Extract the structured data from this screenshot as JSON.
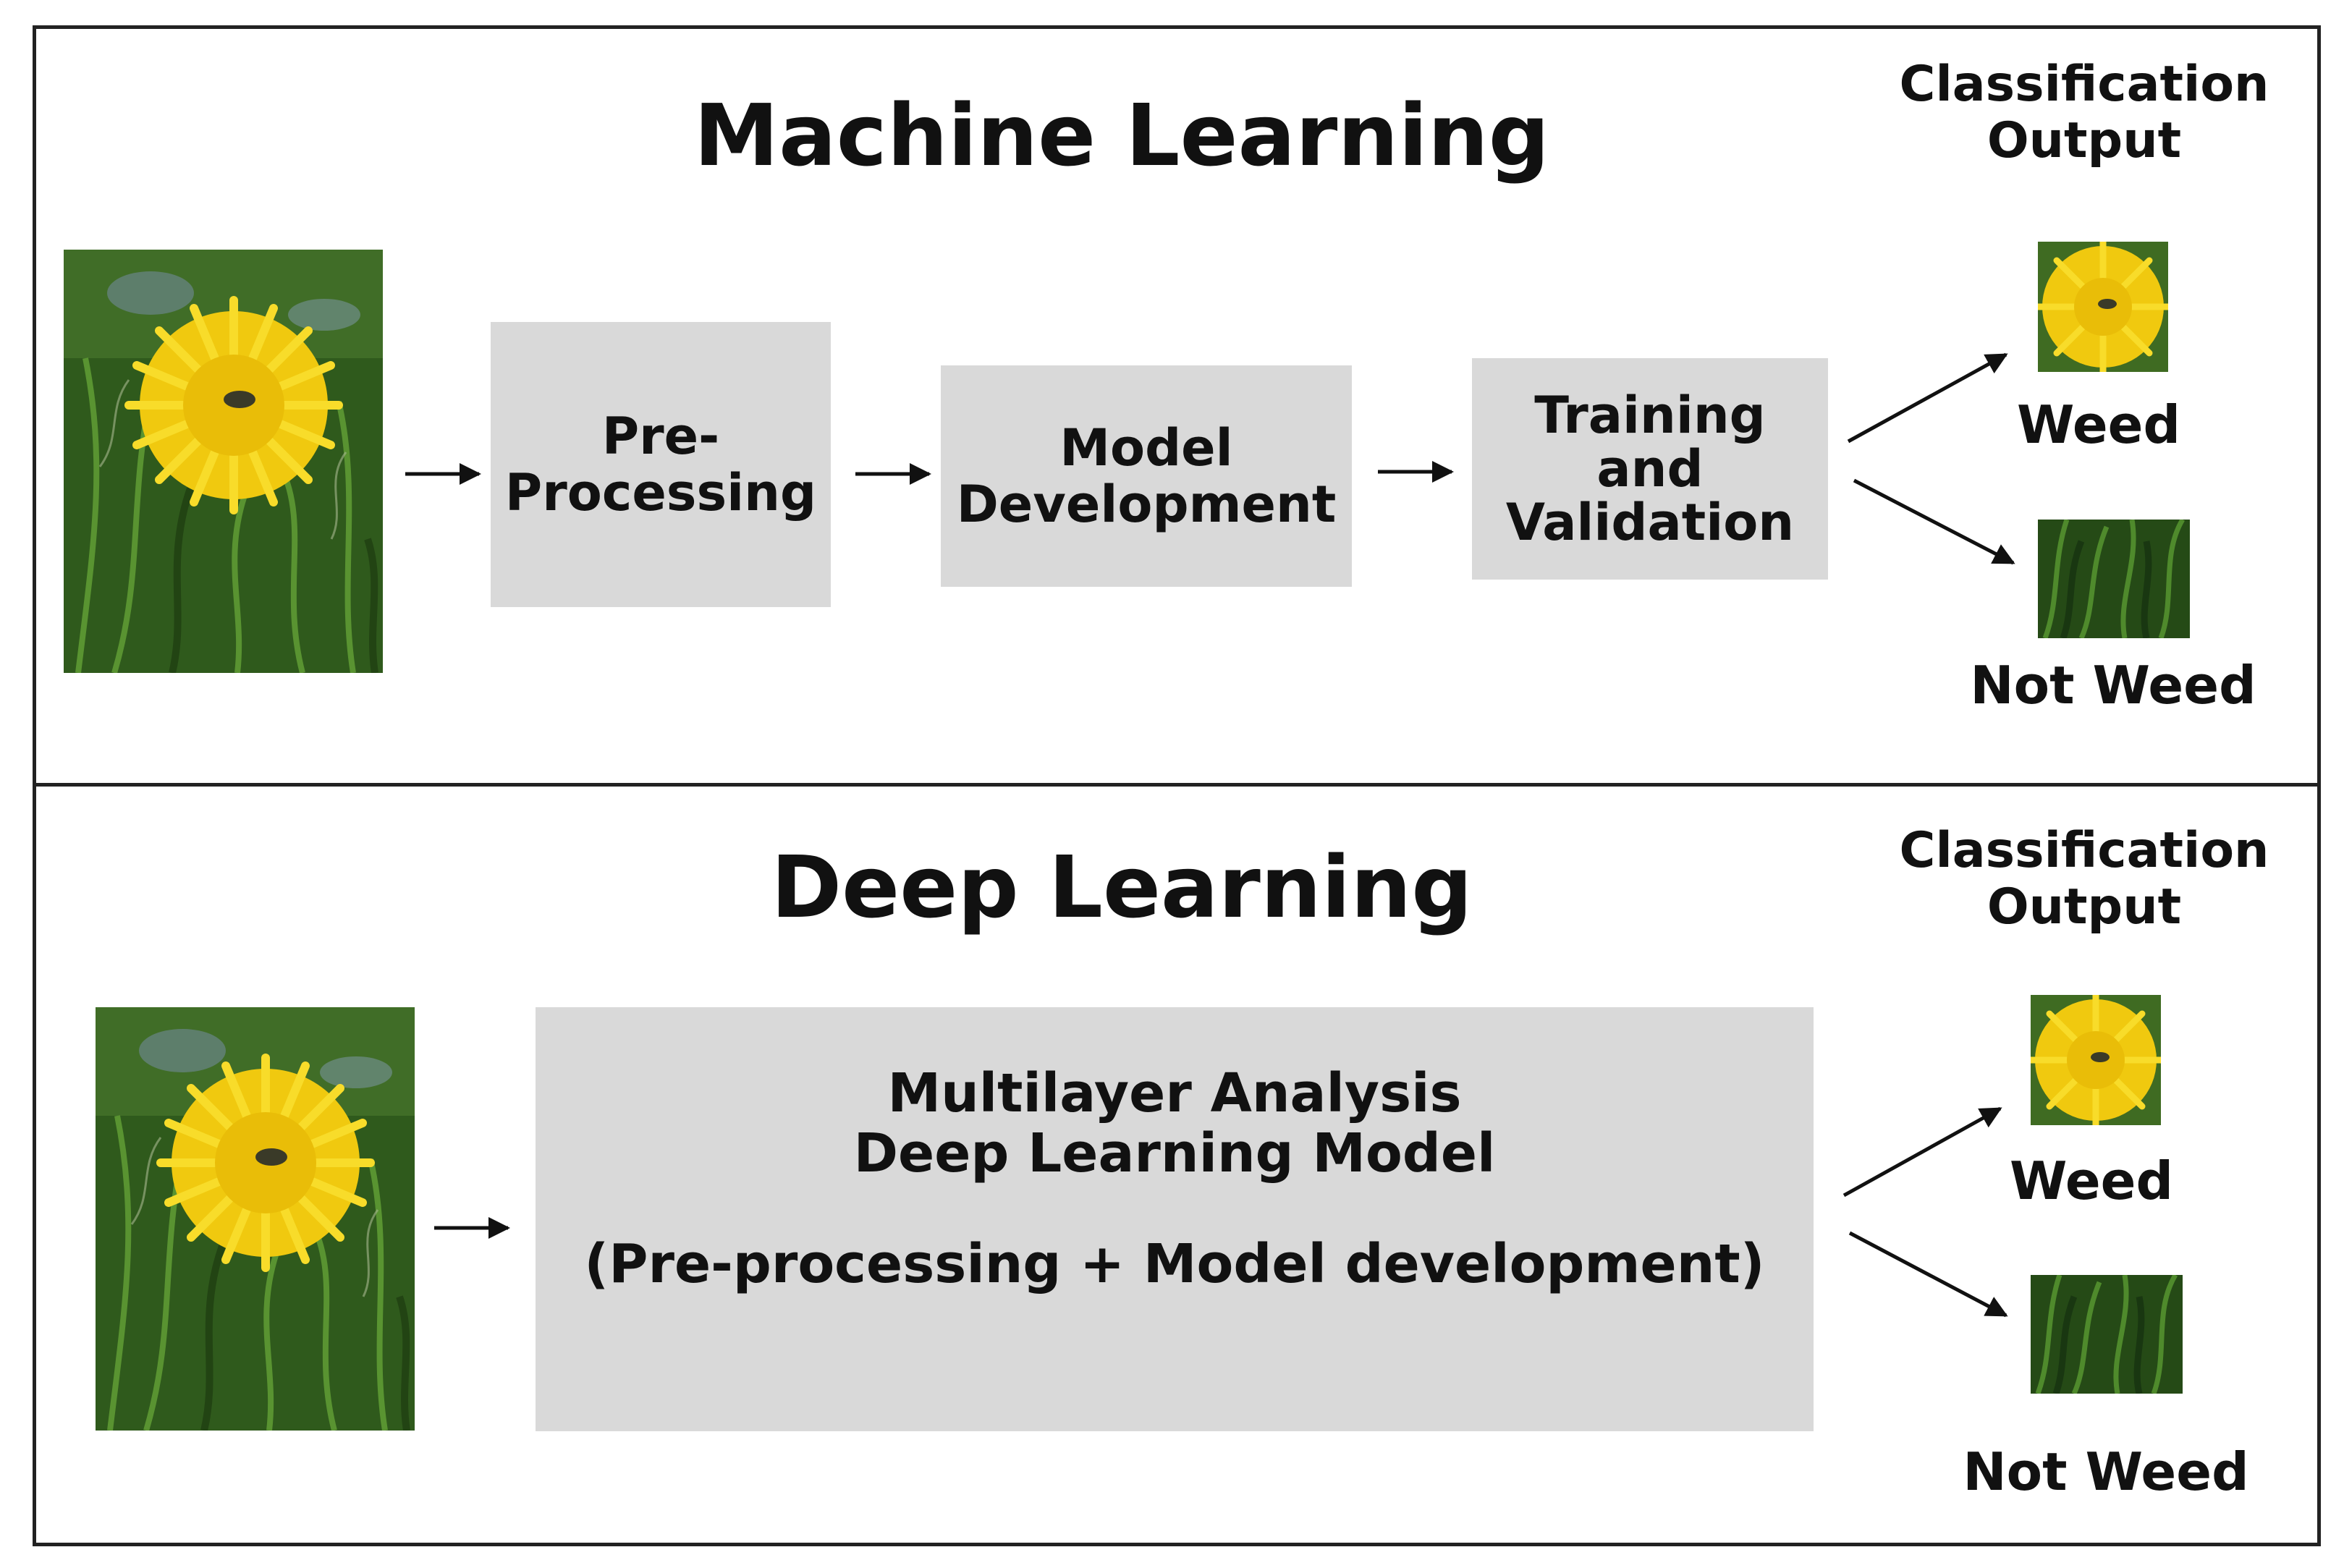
{
  "ml": {
    "title": "Machine Learning",
    "steps": [
      {
        "label": "Pre-\nProcessing"
      },
      {
        "label": "Model\nDevelopment"
      },
      {
        "label": "Training\nand\nValidation"
      }
    ],
    "output_header": "Classification\nOutput",
    "outputs": [
      {
        "label": "Weed"
      },
      {
        "label": "Not Weed"
      }
    ]
  },
  "dl": {
    "title": "Deep Learning",
    "model_line1": "Multilayer Analysis",
    "model_line2": "Deep Learning Model",
    "model_line3": "(Pre-processing + Model development)",
    "output_header": "Classification\nOutput",
    "outputs": [
      {
        "label": "Weed"
      },
      {
        "label": "Not Weed"
      }
    ]
  },
  "colors": {
    "box_fill": "#d9d9d9",
    "border": "#222222",
    "flower": "#f3d81c",
    "grass": "#3f6b22"
  },
  "icons": [
    "dandelion-image",
    "grass-image",
    "arrow-icon"
  ]
}
